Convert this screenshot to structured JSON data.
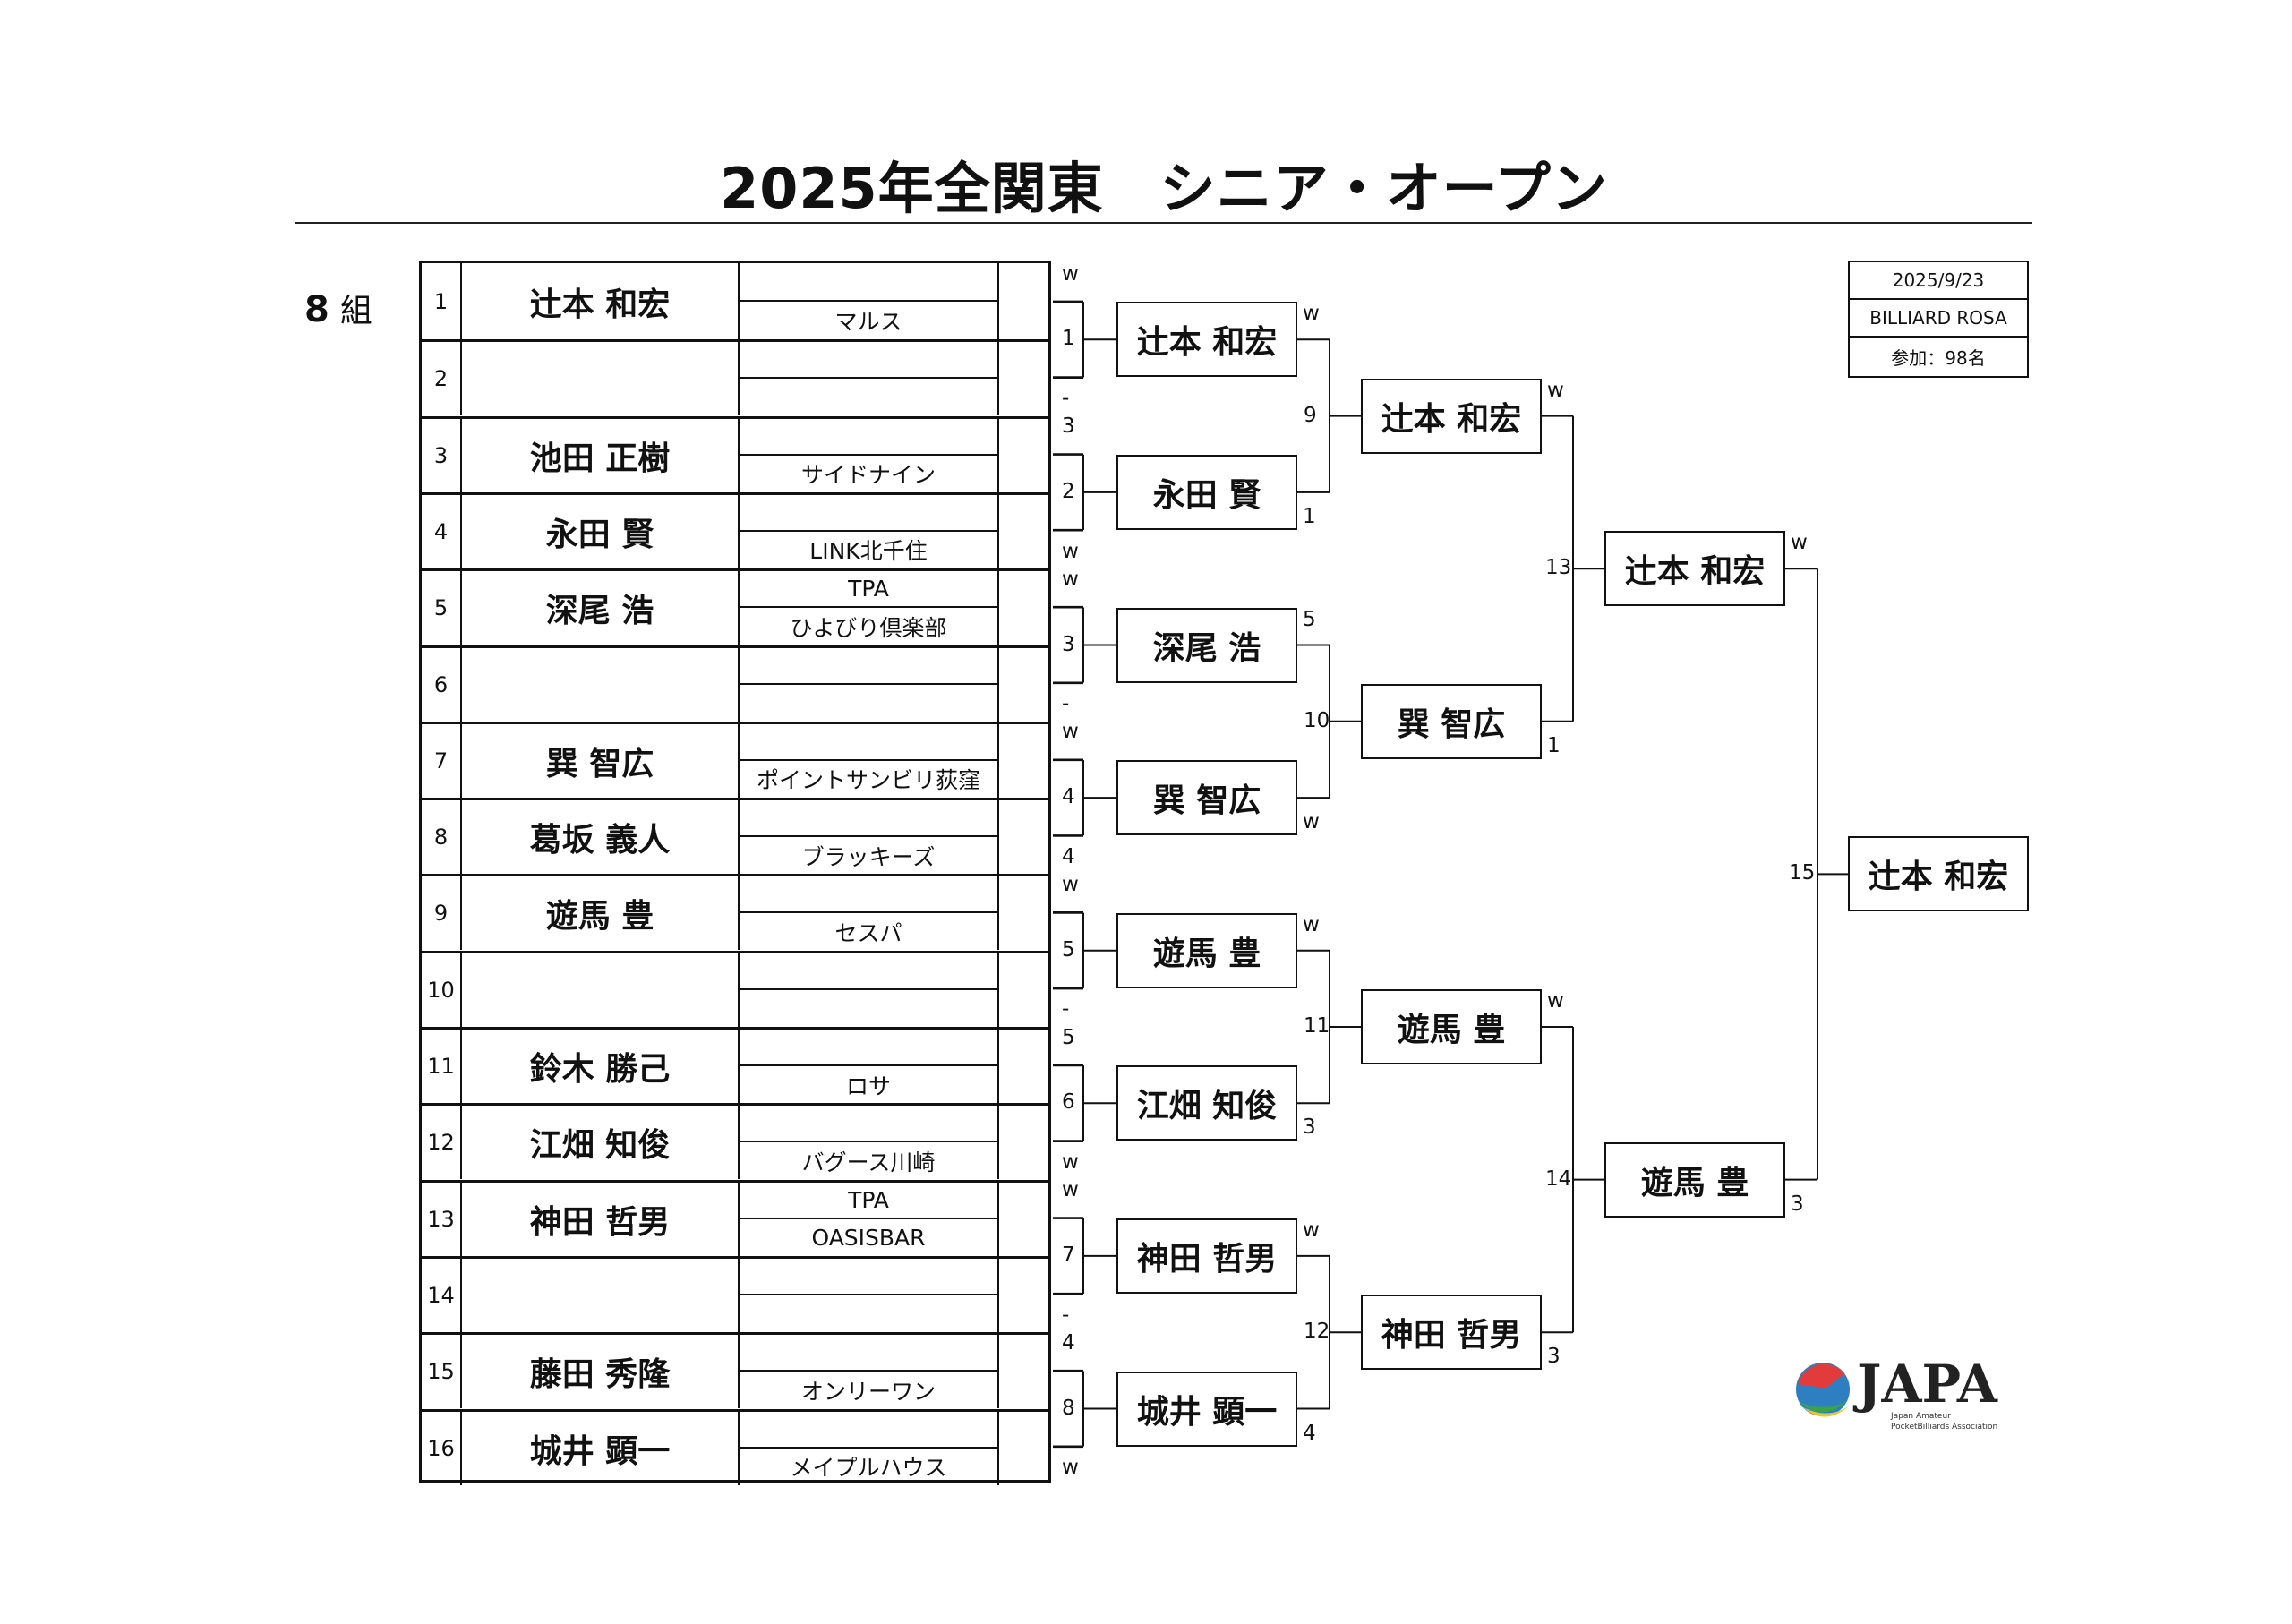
{
  "title": "2025年全関東　シニア・オープン",
  "group": {
    "number": "8",
    "suffix": "組"
  },
  "info": {
    "date": "2025/9/23",
    "venue": "BILLIARD ROSA",
    "participants": "参加：98名"
  },
  "entries": [
    {
      "seed": "1",
      "name": "辻本 和宏",
      "club1": "",
      "club2": "マルス"
    },
    {
      "seed": "2",
      "name": "",
      "club1": "",
      "club2": ""
    },
    {
      "seed": "3",
      "name": "池田 正樹",
      "club1": "",
      "club2": "サイドナイン"
    },
    {
      "seed": "4",
      "name": "永田 賢",
      "club1": "",
      "club2": "LINK北千住"
    },
    {
      "seed": "5",
      "name": "深尾 浩",
      "club1": "TPA",
      "club2": "ひよびり倶楽部"
    },
    {
      "seed": "6",
      "name": "",
      "club1": "",
      "club2": ""
    },
    {
      "seed": "7",
      "name": "巽 智広",
      "club1": "",
      "club2": "ポイントサンビリ荻窪"
    },
    {
      "seed": "8",
      "name": "葛坂 義人",
      "club1": "",
      "club2": "ブラッキーズ"
    },
    {
      "seed": "9",
      "name": "遊馬 豊",
      "club1": "",
      "club2": "セスパ"
    },
    {
      "seed": "10",
      "name": "",
      "club1": "",
      "club2": ""
    },
    {
      "seed": "11",
      "name": "鈴木 勝己",
      "club1": "",
      "club2": "ロサ"
    },
    {
      "seed": "12",
      "name": "江畑 知俊",
      "club1": "",
      "club2": "バグース川崎"
    },
    {
      "seed": "13",
      "name": "神田 哲男",
      "club1": "TPA",
      "club2": "OASISBAR"
    },
    {
      "seed": "14",
      "name": "",
      "club1": "",
      "club2": ""
    },
    {
      "seed": "15",
      "name": "藤田 秀隆",
      "club1": "",
      "club2": "オンリーワン"
    },
    {
      "seed": "16",
      "name": "城井 顕一",
      "club1": "",
      "club2": "メイプルハウス"
    }
  ],
  "round1": [
    {
      "match": "1",
      "top": "w",
      "bottom": "-",
      "winner": "辻本 和宏"
    },
    {
      "match": "2",
      "top": "3",
      "bottom": "w",
      "winner": "永田 賢"
    },
    {
      "match": "3",
      "top": "w",
      "bottom": "-",
      "winner": "深尾 浩"
    },
    {
      "match": "4",
      "top": "w",
      "bottom": "4",
      "winner": "巽 智広"
    },
    {
      "match": "5",
      "top": "w",
      "bottom": "-",
      "winner": "遊馬 豊"
    },
    {
      "match": "6",
      "top": "5",
      "bottom": "w",
      "winner": "江畑 知俊"
    },
    {
      "match": "7",
      "top": "w",
      "bottom": "-",
      "winner": "神田 哲男"
    },
    {
      "match": "8",
      "top": "4",
      "bottom": "w",
      "winner": "城井 顕一"
    }
  ],
  "round2": [
    {
      "match": "9",
      "top": "w",
      "bottom": "1",
      "winner": "辻本 和宏"
    },
    {
      "match": "10",
      "top": "5",
      "bottom": "w",
      "winner": "巽 智広"
    },
    {
      "match": "11",
      "top": "w",
      "bottom": "3",
      "winner": "遊馬 豊"
    },
    {
      "match": "12",
      "top": "w",
      "bottom": "4",
      "winner": "神田 哲男"
    }
  ],
  "round3": [
    {
      "match": "13",
      "top": "w",
      "bottom": "1",
      "winner": "辻本 和宏"
    },
    {
      "match": "14",
      "top": "w",
      "bottom": "3",
      "winner": "遊馬 豊"
    }
  ],
  "round4": [
    {
      "match": "15",
      "top": "w",
      "bottom": "3",
      "winner": "辻本 和宏"
    }
  ],
  "logo": {
    "text": "JAPA",
    "tagline1": "Japan Amateur",
    "tagline2": "PocketBilliards Association"
  }
}
